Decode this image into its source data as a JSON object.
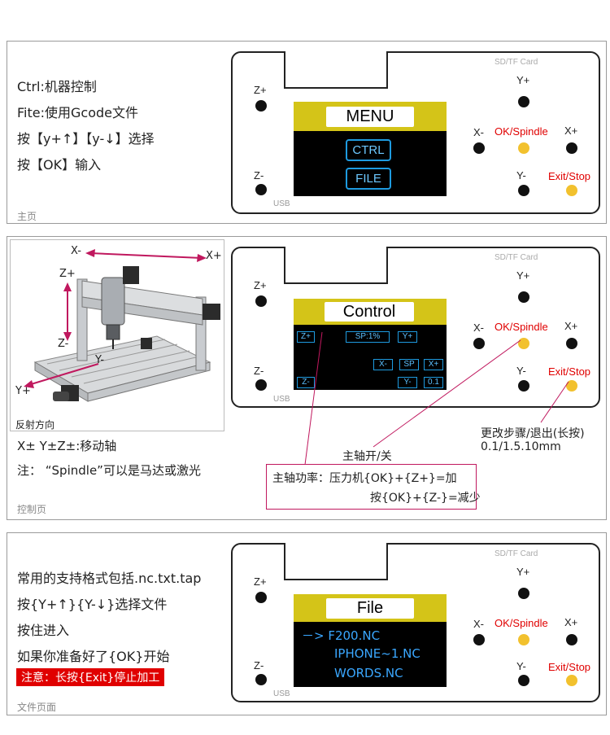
{
  "panel1": {
    "lines": [
      "Ctrl:机器控制",
      "Fite:使用Gcode文件",
      "按【y+↑】【y-↓】选择",
      "按【OK】输入"
    ],
    "caption": "主页",
    "screen": {
      "title": "MENU",
      "buttons": [
        "CTRL",
        "FILE"
      ]
    }
  },
  "panel2": {
    "image_label": "反射方向",
    "axis_labels": {
      "x_minus": "X-",
      "x_plus": "X+",
      "z_plus": "Z+",
      "z_minus": "Z-",
      "y_minus": "Y-",
      "y_plus": "Y+"
    },
    "lines": [
      "X± Y±Z±:移动轴",
      "注： “Spindle”可以是马达或激光"
    ],
    "caption": "控制页",
    "screen": {
      "title": "Control",
      "tags": [
        "Z+",
        "SP:1%",
        "Y+",
        "X-",
        "SP",
        "X+",
        "Z-",
        "Y-",
        "0.1"
      ]
    },
    "annotations": {
      "spindle_toggle": "主轴开/关",
      "step_exit": [
        "更改步骤/退出(长按)",
        "0.1/1.5.10mm"
      ],
      "spindle_power": [
        "主轴功率：压力机{OK}+{Z+}=加",
        "按{OK}+{Z-}=减少"
      ]
    },
    "colors": {
      "annotation_line": "#c0185e"
    }
  },
  "panel3": {
    "lines": [
      "常用的支持格式包括.nc.txt.tap",
      "按{Y+↑}{Y-↓}选择文件",
      "按住进入",
      "如果你准备好了{OK}开始"
    ],
    "warning": "注意：长按{Exit}停止加工",
    "caption": "文件页面",
    "screen": {
      "title": "File",
      "files": [
        "－> F200.NC",
        "IPHONE~1.NC",
        "WORDS.NC"
      ]
    }
  },
  "device": {
    "sd_label": "SD/TF Card",
    "usb_label": "USB",
    "buttons": {
      "z_plus": "Z+",
      "z_minus": "Z-",
      "y_plus": "Y+",
      "y_minus": "Y-",
      "x_minus": "X-",
      "x_plus": "X+",
      "ok": "OK/Spindle",
      "exit": "Exit/Stop"
    }
  },
  "colors": {
    "screen_header": "#d4c418",
    "button_yellow": "#f2c12e",
    "screen_text": "#3aa7ff",
    "warning_bg": "#e00000"
  }
}
